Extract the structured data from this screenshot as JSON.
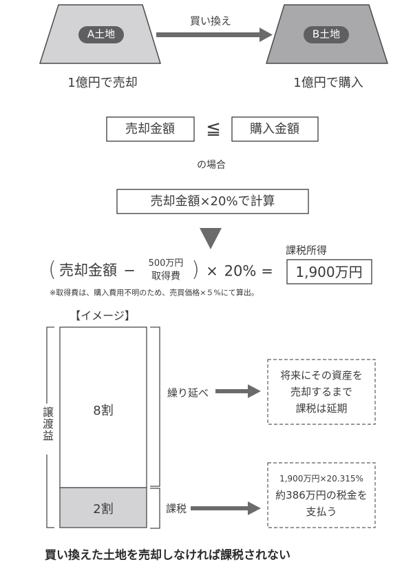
{
  "top": {
    "land_a": {
      "label": "A土地",
      "caption": "1億円で売却"
    },
    "land_b": {
      "label": "B土地",
      "caption": "1億円で購入"
    },
    "exchange_label": "買い換え"
  },
  "condition": {
    "left": "売却金額",
    "operator": "≦",
    "right": "購入金額",
    "suffix": "の場合"
  },
  "calc_rule": "売却金額×20%で計算",
  "formula": {
    "open_paren": "(",
    "term": "売却金額",
    "minus": "−",
    "fraction_top": "500万円",
    "fraction_bottom": "取得費",
    "close_paren": ")",
    "times": "×",
    "rate": "20%",
    "equals": "=",
    "result_label": "課税所得",
    "result_value": "1,900万円"
  },
  "note": "※取得費は、購入費用不明のため、売買価格×５%にて算出。",
  "image_section": {
    "title": "【イメージ】",
    "side_label": "譲渡益",
    "deferred": {
      "share": "8割",
      "share_fraction": 0.8,
      "label": "繰り延べ",
      "outcome_lines": [
        "将来にその資産を",
        "売却するまで",
        "課税は延期"
      ]
    },
    "taxed": {
      "share": "2割",
      "share_fraction": 0.2,
      "label": "課税",
      "outcome_lines": [
        "1,900万円×20.315%",
        "約386万円の税金を",
        "支払う"
      ]
    }
  },
  "conclusion": "買い換えた土地を売却しなければ課税されない",
  "colors": {
    "land_a_fill": "#d3d3d5",
    "land_b_fill": "#a9a9ab",
    "pill_fill": "#5f5f61",
    "arrow": "#6b6b6d",
    "outline": "#4a4a4c",
    "taxed_fill": "#d3d3d5"
  }
}
